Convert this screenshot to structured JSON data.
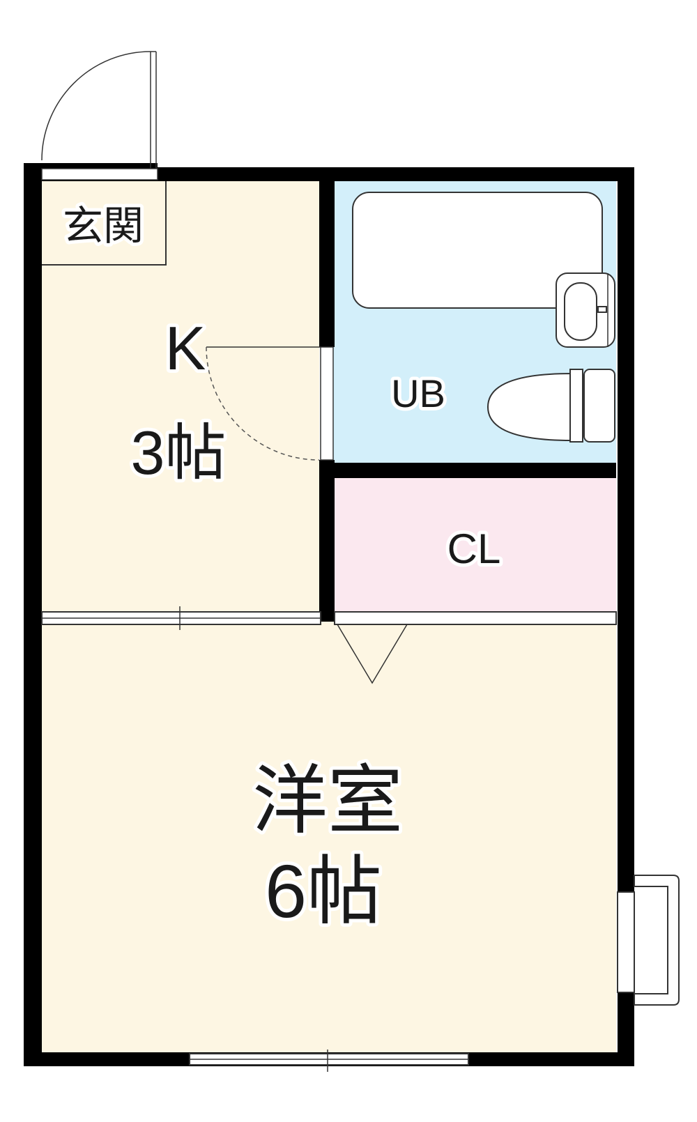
{
  "floorplan": {
    "rooms": {
      "entrance": {
        "label": "玄関"
      },
      "kitchen": {
        "label_line1": "K",
        "label_line2": "3帖"
      },
      "unit_bath": {
        "label": "UB"
      },
      "closet": {
        "label": "CL"
      },
      "western_room": {
        "label_line1": "洋室",
        "label_line2": "6帖"
      }
    },
    "colors": {
      "wall": "#000000",
      "kitchen_fill": "#fdf6e3",
      "bath_fill": "#d3effa",
      "closet_fill": "#fbe8ef",
      "room_fill": "#fdf6e3"
    }
  }
}
